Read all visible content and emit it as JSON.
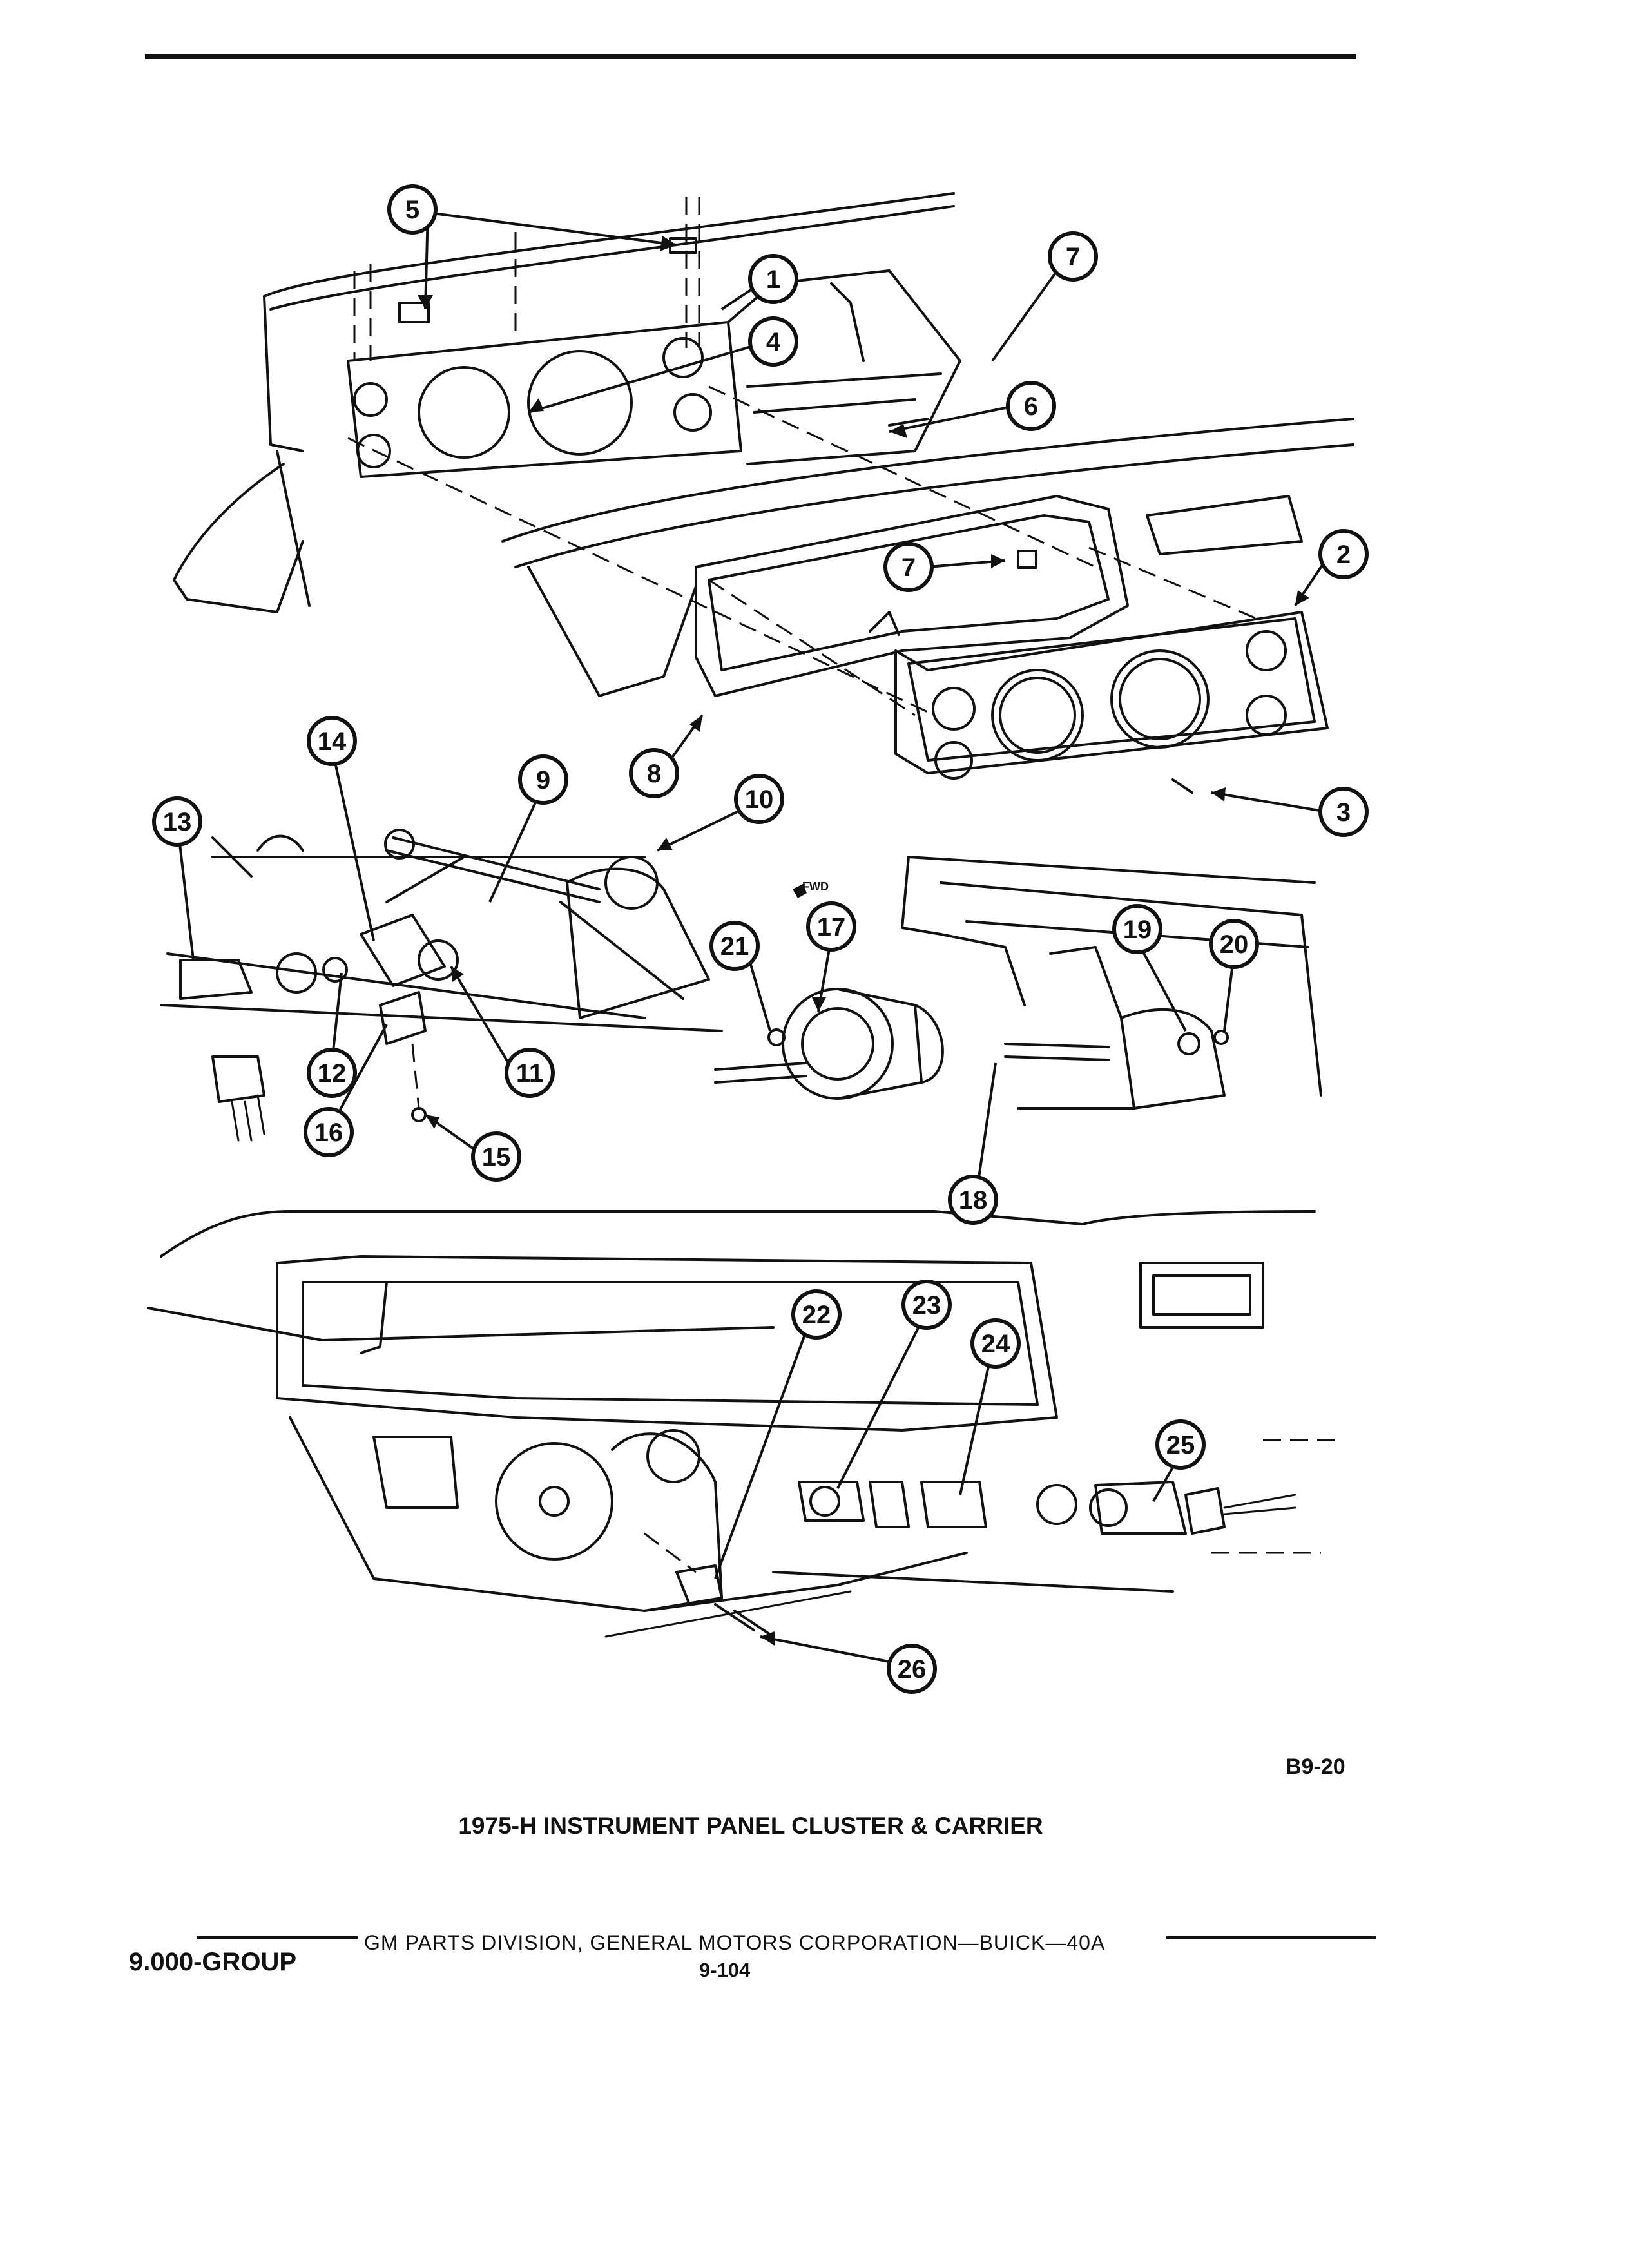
{
  "figure": {
    "code": "B9-20",
    "caption": "1975-H INSTRUMENT PANEL CLUSTER & CARRIER",
    "fwd_label": "FWD"
  },
  "callouts": [
    "1",
    "2",
    "3",
    "4",
    "5",
    "6",
    "7",
    "7",
    "8",
    "9",
    "10",
    "11",
    "12",
    "13",
    "14",
    "15",
    "16",
    "17",
    "18",
    "19",
    "20",
    "21",
    "22",
    "23",
    "24",
    "25",
    "26"
  ],
  "footer": {
    "division": "GM PARTS DIVISION,  GENERAL MOTORS CORPORATION—BUICK—40A",
    "page": "9-104",
    "group": "9.000-GROUP"
  }
}
